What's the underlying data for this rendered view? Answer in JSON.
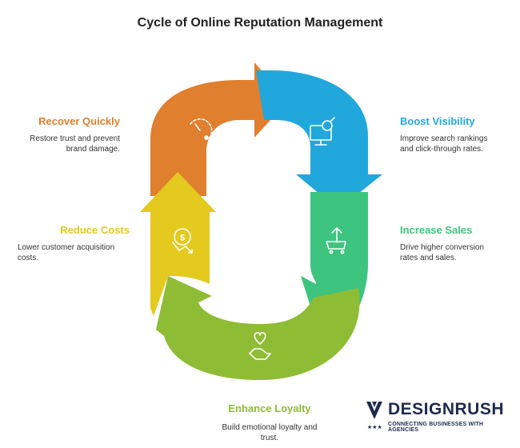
{
  "title": "Cycle of Online Reputation Management",
  "colors": {
    "boost": "#22a7dc",
    "sales": "#3dc47e",
    "loyalty": "#8fbc35",
    "costs": "#e4c91e",
    "recover": "#e07f2e",
    "brand": "#1f2a4e"
  },
  "stages": {
    "boost": {
      "title": "Boost Visibility",
      "desc": [
        "Improve search rankings",
        "and click-through rates."
      ],
      "icon": "monitor-search-icon"
    },
    "sales": {
      "title": "Increase Sales",
      "desc": [
        "Drive higher conversion",
        "rates and sales."
      ],
      "icon": "cart-arrow-icon"
    },
    "loyalty": {
      "title": "Enhance Loyalty",
      "desc": [
        "Build emotional loyalty and",
        "trust."
      ],
      "icon": "handshake-heart-icon"
    },
    "costs": {
      "title": "Reduce Costs",
      "desc": [
        "Lower customer acquisition",
        "costs."
      ],
      "icon": "dollar-down-icon"
    },
    "recover": {
      "title": "Recover Quickly",
      "desc": [
        "Restore trust and prevent",
        "brand damage."
      ],
      "icon": "speed-gauge-icon"
    }
  },
  "logo": {
    "name": "DESIGNRUSH",
    "tagline": "CONNECTING BUSINESSES WITH AGENCIES"
  }
}
